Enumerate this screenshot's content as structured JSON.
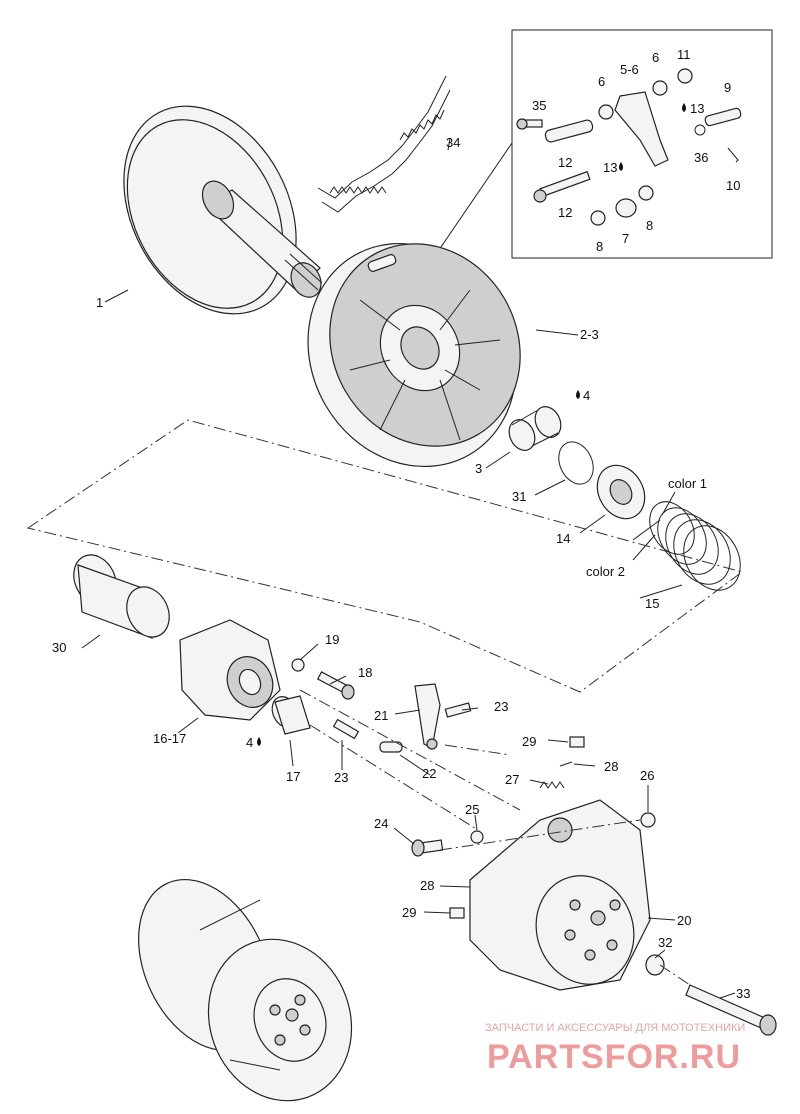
{
  "diagram": {
    "labels": {
      "l1": "1",
      "l2_3": "2-3",
      "l3": "3",
      "l4a": "4",
      "l4b": "4",
      "l5_6": "5-6",
      "l6a": "6",
      "l6b": "6",
      "l7": "7",
      "l8a": "8",
      "l8b": "8",
      "l9": "9",
      "l10": "10",
      "l11": "11",
      "l12a": "12",
      "l12b": "12",
      "l13a": "13",
      "l13b": "13",
      "l14": "14",
      "l15": "15",
      "l16_17": "16-17",
      "l17": "17",
      "l18": "18",
      "l19": "19",
      "l20": "20",
      "l21": "21",
      "l22": "22",
      "l23a": "23",
      "l23b": "23",
      "l24": "24",
      "l25": "25",
      "l26": "26",
      "l27": "27",
      "l28a": "28",
      "l28b": "28",
      "l29a": "29",
      "l29b": "29",
      "l30": "30",
      "l31": "31",
      "l32": "32",
      "l33": "33",
      "l34": "34",
      "l35": "35",
      "l36": "36",
      "color1": "color 1",
      "color2": "color 2"
    }
  },
  "watermark": {
    "line1": "ЗАПЧАСТИ И АКСЕССУАРЫ ДЛЯ МОТОТЕХНИКИ",
    "line2": "PARTSFOR.RU"
  },
  "colors": {
    "watermark": "#ef9b9b",
    "line": "#222222"
  }
}
